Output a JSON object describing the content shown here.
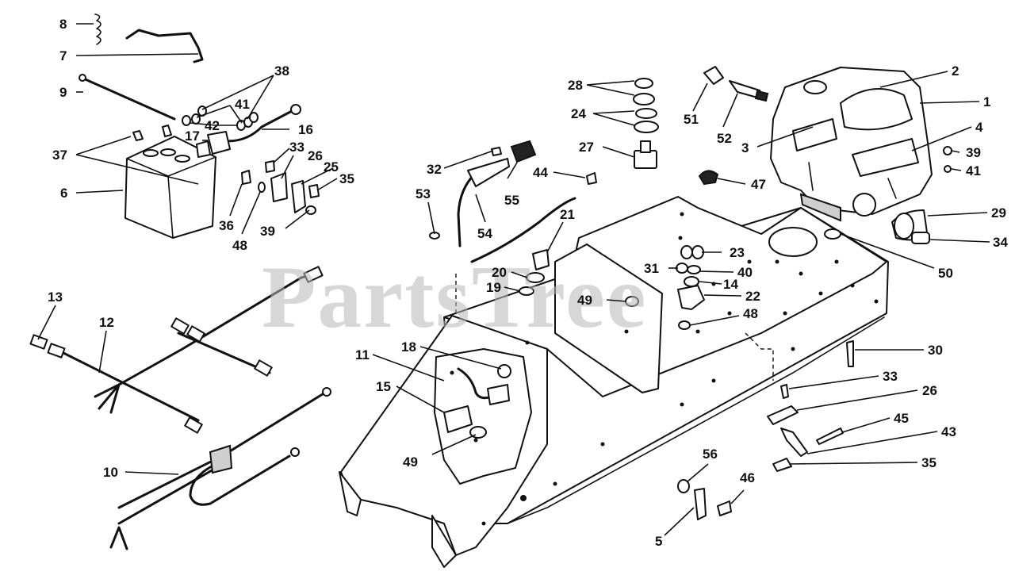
{
  "watermark": "PartsTree",
  "callouts": [
    {
      "id": "c1",
      "label": "1"
    },
    {
      "id": "c2",
      "label": "2"
    },
    {
      "id": "c3",
      "label": "3"
    },
    {
      "id": "c4",
      "label": "4"
    },
    {
      "id": "c5",
      "label": "5"
    },
    {
      "id": "c6",
      "label": "6"
    },
    {
      "id": "c7",
      "label": "7"
    },
    {
      "id": "c8",
      "label": "8"
    },
    {
      "id": "c9",
      "label": "9"
    },
    {
      "id": "c10",
      "label": "10"
    },
    {
      "id": "c11",
      "label": "11"
    },
    {
      "id": "c12",
      "label": "12"
    },
    {
      "id": "c13",
      "label": "13"
    },
    {
      "id": "c14",
      "label": "14"
    },
    {
      "id": "c15",
      "label": "15"
    },
    {
      "id": "c16",
      "label": "16"
    },
    {
      "id": "c17",
      "label": "17"
    },
    {
      "id": "c18",
      "label": "18"
    },
    {
      "id": "c19",
      "label": "19"
    },
    {
      "id": "c20",
      "label": "20"
    },
    {
      "id": "c21",
      "label": "21"
    },
    {
      "id": "c22",
      "label": "22"
    },
    {
      "id": "c23",
      "label": "23"
    },
    {
      "id": "c24",
      "label": "24"
    },
    {
      "id": "c25",
      "label": "25"
    },
    {
      "id": "c26a",
      "label": "26"
    },
    {
      "id": "c26b",
      "label": "26"
    },
    {
      "id": "c27",
      "label": "27"
    },
    {
      "id": "c28",
      "label": "28"
    },
    {
      "id": "c29",
      "label": "29"
    },
    {
      "id": "c30",
      "label": "30"
    },
    {
      "id": "c31",
      "label": "31"
    },
    {
      "id": "c32",
      "label": "32"
    },
    {
      "id": "c33a",
      "label": "33"
    },
    {
      "id": "c33b",
      "label": "33"
    },
    {
      "id": "c34",
      "label": "34"
    },
    {
      "id": "c35a",
      "label": "35"
    },
    {
      "id": "c35b",
      "label": "35"
    },
    {
      "id": "c36",
      "label": "36"
    },
    {
      "id": "c37",
      "label": "37"
    },
    {
      "id": "c38",
      "label": "38"
    },
    {
      "id": "c39a",
      "label": "39"
    },
    {
      "id": "c39b",
      "label": "39"
    },
    {
      "id": "c40",
      "label": "40"
    },
    {
      "id": "c41a",
      "label": "41"
    },
    {
      "id": "c41b",
      "label": "41"
    },
    {
      "id": "c42",
      "label": "42"
    },
    {
      "id": "c43",
      "label": "43"
    },
    {
      "id": "c44",
      "label": "44"
    },
    {
      "id": "c45",
      "label": "45"
    },
    {
      "id": "c46",
      "label": "46"
    },
    {
      "id": "c47",
      "label": "47"
    },
    {
      "id": "c48a",
      "label": "48"
    },
    {
      "id": "c48b",
      "label": "48"
    },
    {
      "id": "c49a",
      "label": "49"
    },
    {
      "id": "c49b",
      "label": "49"
    },
    {
      "id": "c50",
      "label": "50"
    },
    {
      "id": "c51",
      "label": "51"
    },
    {
      "id": "c52",
      "label": "52"
    },
    {
      "id": "c53",
      "label": "53"
    },
    {
      "id": "c54",
      "label": "54"
    },
    {
      "id": "c55",
      "label": "55"
    },
    {
      "id": "c56",
      "label": "56"
    }
  ]
}
